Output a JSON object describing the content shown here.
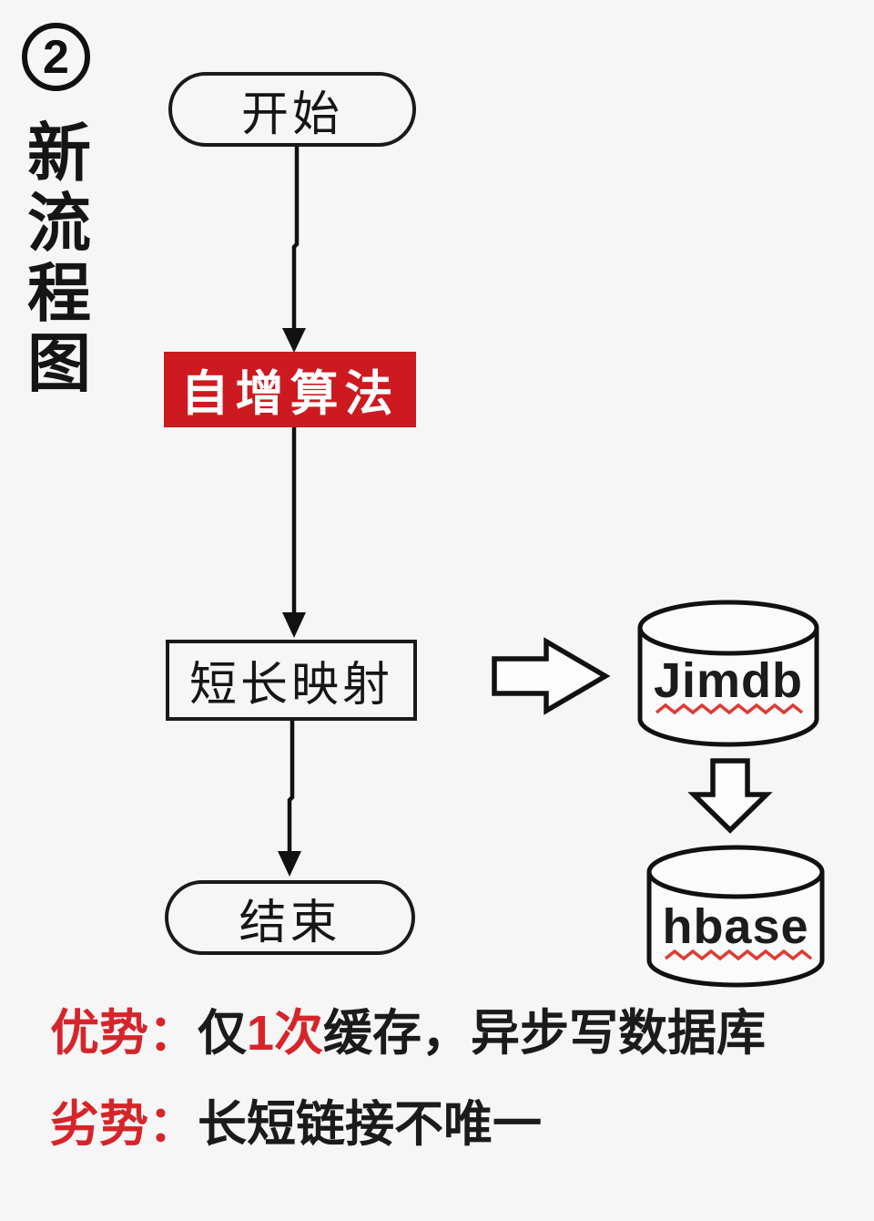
{
  "badge": {
    "number": "2"
  },
  "title": {
    "chars": [
      "新",
      "流",
      "程",
      "图"
    ]
  },
  "flow": {
    "start": "开始",
    "algorithm": "自增算法",
    "mapping": "短长映射",
    "end": "结束"
  },
  "databases": {
    "jimdb": "Jimdb",
    "hbase": "hbase"
  },
  "notes": {
    "advantage_label": "优势：",
    "advantage_pre": "仅",
    "advantage_highlight": "1次",
    "advantage_rest": "缓存，异步写数据库",
    "disadvantage_label": "劣势：",
    "disadvantage_text": "长短链接不唯一"
  },
  "colors": {
    "box_red": "#cc1a20",
    "text_red": "#d6252a",
    "squiggle_red": "#dd3b33"
  }
}
